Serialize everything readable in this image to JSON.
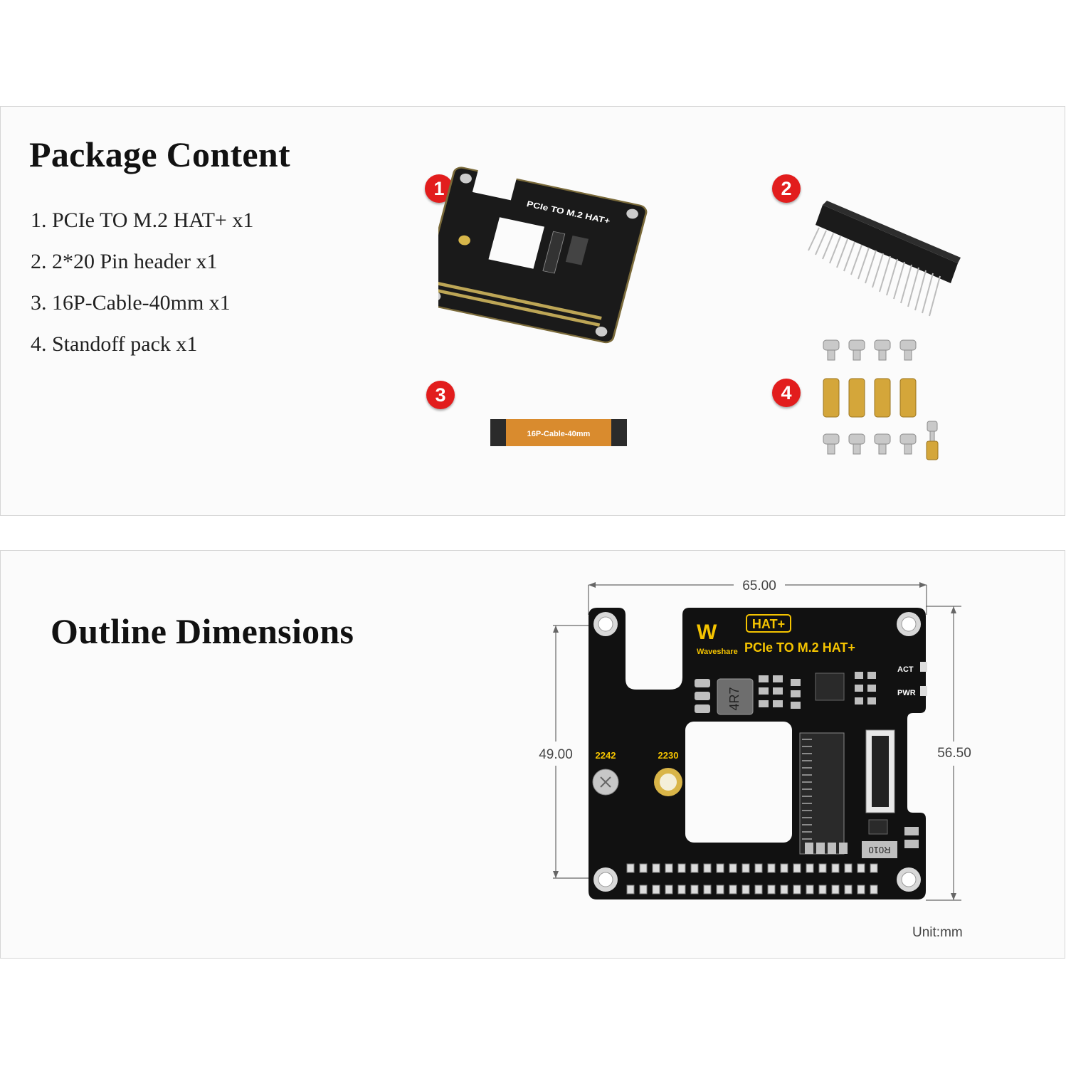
{
  "package": {
    "title": "Package Content",
    "items": [
      "1. PCIe TO M.2 HAT+ x1",
      "2. 2*20 Pin header x1",
      "3. 16P-Cable-40mm x1",
      "4. Standoff pack x1"
    ],
    "badges": [
      "1",
      "2",
      "3",
      "4"
    ],
    "cable_label": "16P-Cable-40mm",
    "badge_color": "#e21d1d"
  },
  "outline": {
    "title": "Outline Dimensions",
    "width": "65.00",
    "height_outer": "56.50",
    "hole_spacing": "49.00",
    "unit": "Unit:mm",
    "board": {
      "brand": "Waveshare",
      "badge": "HAT+",
      "name": "PCIe TO M.2 HAT+",
      "label_2242": "2242",
      "label_2230": "2230",
      "act": "ACT",
      "pwr": "PWR",
      "inductor": "4R7",
      "resistor": "R010"
    }
  }
}
